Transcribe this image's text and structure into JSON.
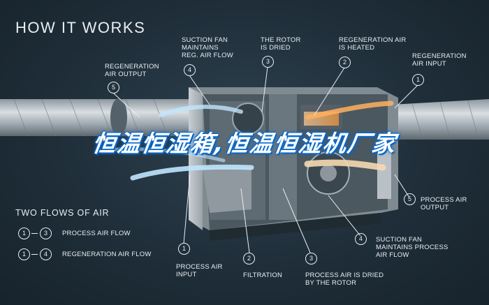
{
  "title": "HOW IT WORKS",
  "callouts": [
    {
      "id": "regen-output-top",
      "number": "5",
      "label": "REGENERATION\nAIR OUTPUT"
    },
    {
      "id": "suction-fan-top",
      "number": "4",
      "label": "SUCTION FAN\nMAINTAINS\nREG. AIR FLOW"
    },
    {
      "id": "rotor-dried",
      "number": "3",
      "label": "THE ROTOR\nIS DRIED"
    },
    {
      "id": "regen-heated",
      "number": "2",
      "label": "REGENERATION AIR\nIS HEATED"
    },
    {
      "id": "regen-input",
      "number": "1",
      "label": "REGENERATION\nAIR INPUT"
    },
    {
      "id": "process-output",
      "number": "5",
      "label": "PROCESS AIR\nOUTPUT"
    },
    {
      "id": "suction-fan-bottom",
      "number": "4",
      "label": "SUCTION FAN\nMAINTAINS PROCESS\nAIR FLOW"
    },
    {
      "id": "process-input",
      "number": "1",
      "label": "PROCESS AIR\nINPUT"
    },
    {
      "id": "filtration",
      "number": "2",
      "label": "FILTRATION"
    },
    {
      "id": "process-dried",
      "number": "3",
      "label": "PROCESS AIR IS DRIED\nBY THE ROTOR"
    }
  ],
  "legend": {
    "title": "TWO FLOWS OF AIR",
    "rows": [
      {
        "from": "1",
        "to": "3",
        "label": "PROCESS AIR FLOW"
      },
      {
        "from": "1",
        "to": "4",
        "label": "REGENERATION AIR FLOW"
      }
    ]
  },
  "watermark": "恒温恒湿箱,恒温恒湿机厂家"
}
